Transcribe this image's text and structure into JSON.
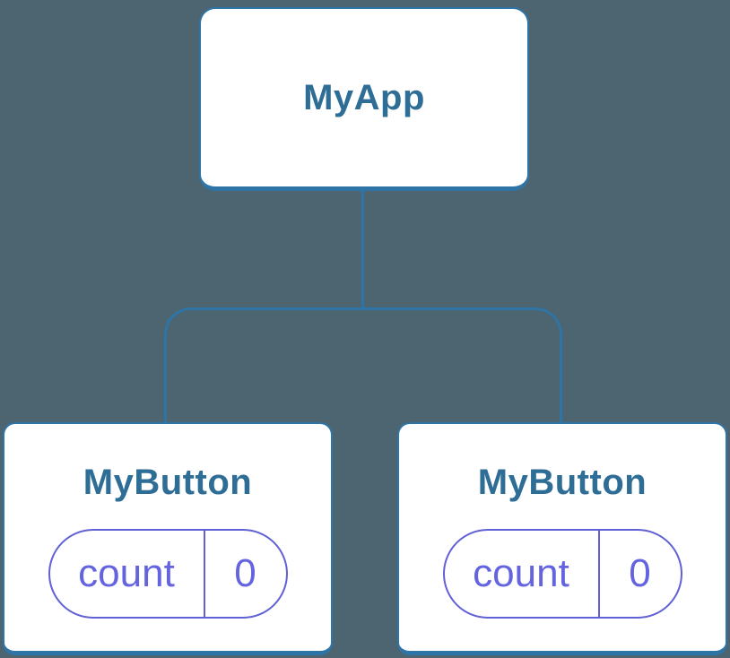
{
  "diagram": {
    "type": "component-tree",
    "root": {
      "label": "MyApp"
    },
    "children": [
      {
        "label": "MyButton",
        "state": {
          "key": "count",
          "value": "0"
        }
      },
      {
        "label": "MyButton",
        "state": {
          "key": "count",
          "value": "0"
        }
      }
    ]
  },
  "colors": {
    "background": "#4C6570",
    "node_fill": "#FFFFFF",
    "node_border": "#2E74A6",
    "node_label": "#2E6E96",
    "connector": "#2E74A6",
    "state_border": "#6161D6",
    "state_text": "#6464E0"
  }
}
